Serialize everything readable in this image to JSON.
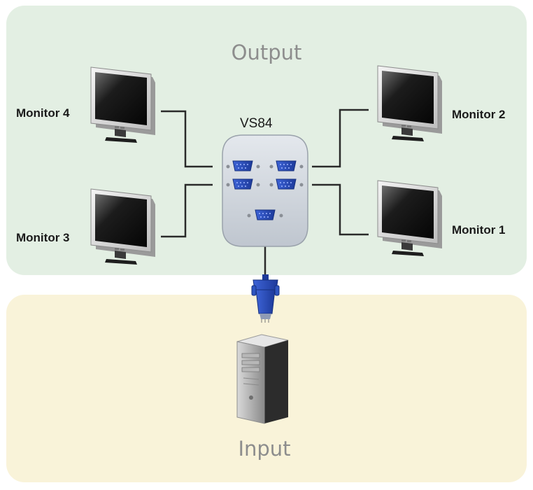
{
  "sections": {
    "output_label": "Output",
    "input_label": "Input"
  },
  "switch": {
    "model": "VS84"
  },
  "monitors": [
    {
      "label": "Monitor 1"
    },
    {
      "label": "Monitor 2"
    },
    {
      "label": "Monitor 3"
    },
    {
      "label": "Monitor 4"
    }
  ],
  "colors": {
    "output_background": "#e3efe3",
    "input_background": "#f9f3d9",
    "connector_blue": "#2e55c0",
    "switch_body": "#cfd5dc",
    "cable": "#2a2a2a"
  }
}
